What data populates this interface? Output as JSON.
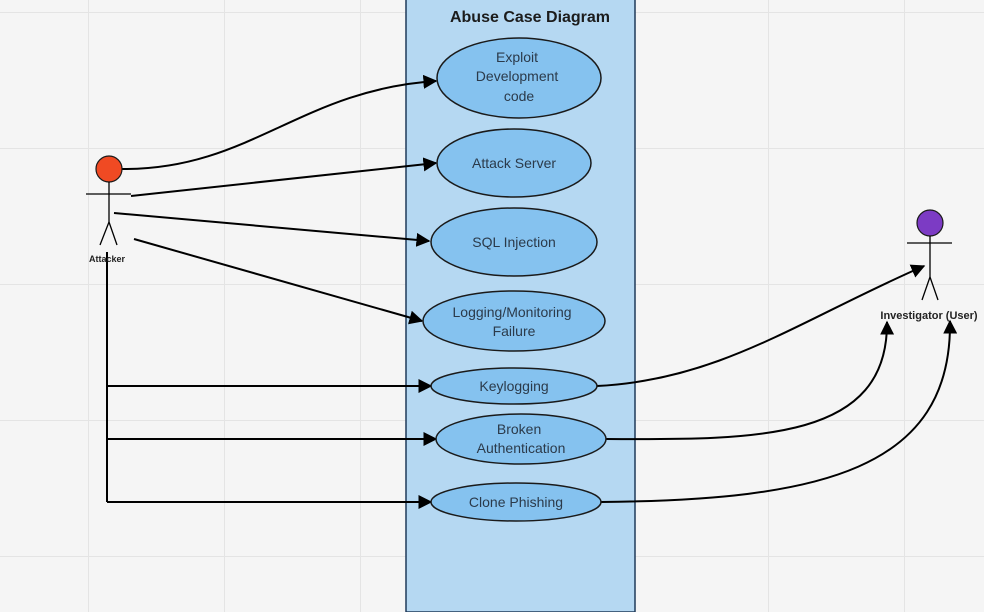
{
  "diagram": {
    "title": "Abuse Case Diagram",
    "colors": {
      "boundary_fill": "#b5d8f2",
      "boundary_stroke": "#1f3a5a",
      "usecase_fill": "#85c2ef",
      "attacker_head": "#f04a23",
      "investigator_head": "#7c3bc4",
      "line": "#000000"
    },
    "actors": {
      "attacker": {
        "label": "Attacker"
      },
      "investigator": {
        "label": "Investigator (User)"
      }
    },
    "use_cases": [
      {
        "id": "exploit",
        "lines": [
          "Exploit",
          "Development",
          "code"
        ]
      },
      {
        "id": "attack-server",
        "lines": [
          "Attack Server"
        ]
      },
      {
        "id": "sql-injection",
        "lines": [
          "SQL Injection"
        ]
      },
      {
        "id": "logging-failure",
        "lines": [
          "Logging/Monitoring",
          "Failure"
        ]
      },
      {
        "id": "keylogging",
        "lines": [
          "Keylogging"
        ]
      },
      {
        "id": "broken-auth",
        "lines": [
          "Broken",
          "Authentication"
        ]
      },
      {
        "id": "clone-phishing",
        "lines": [
          "Clone Phishing"
        ]
      }
    ]
  }
}
